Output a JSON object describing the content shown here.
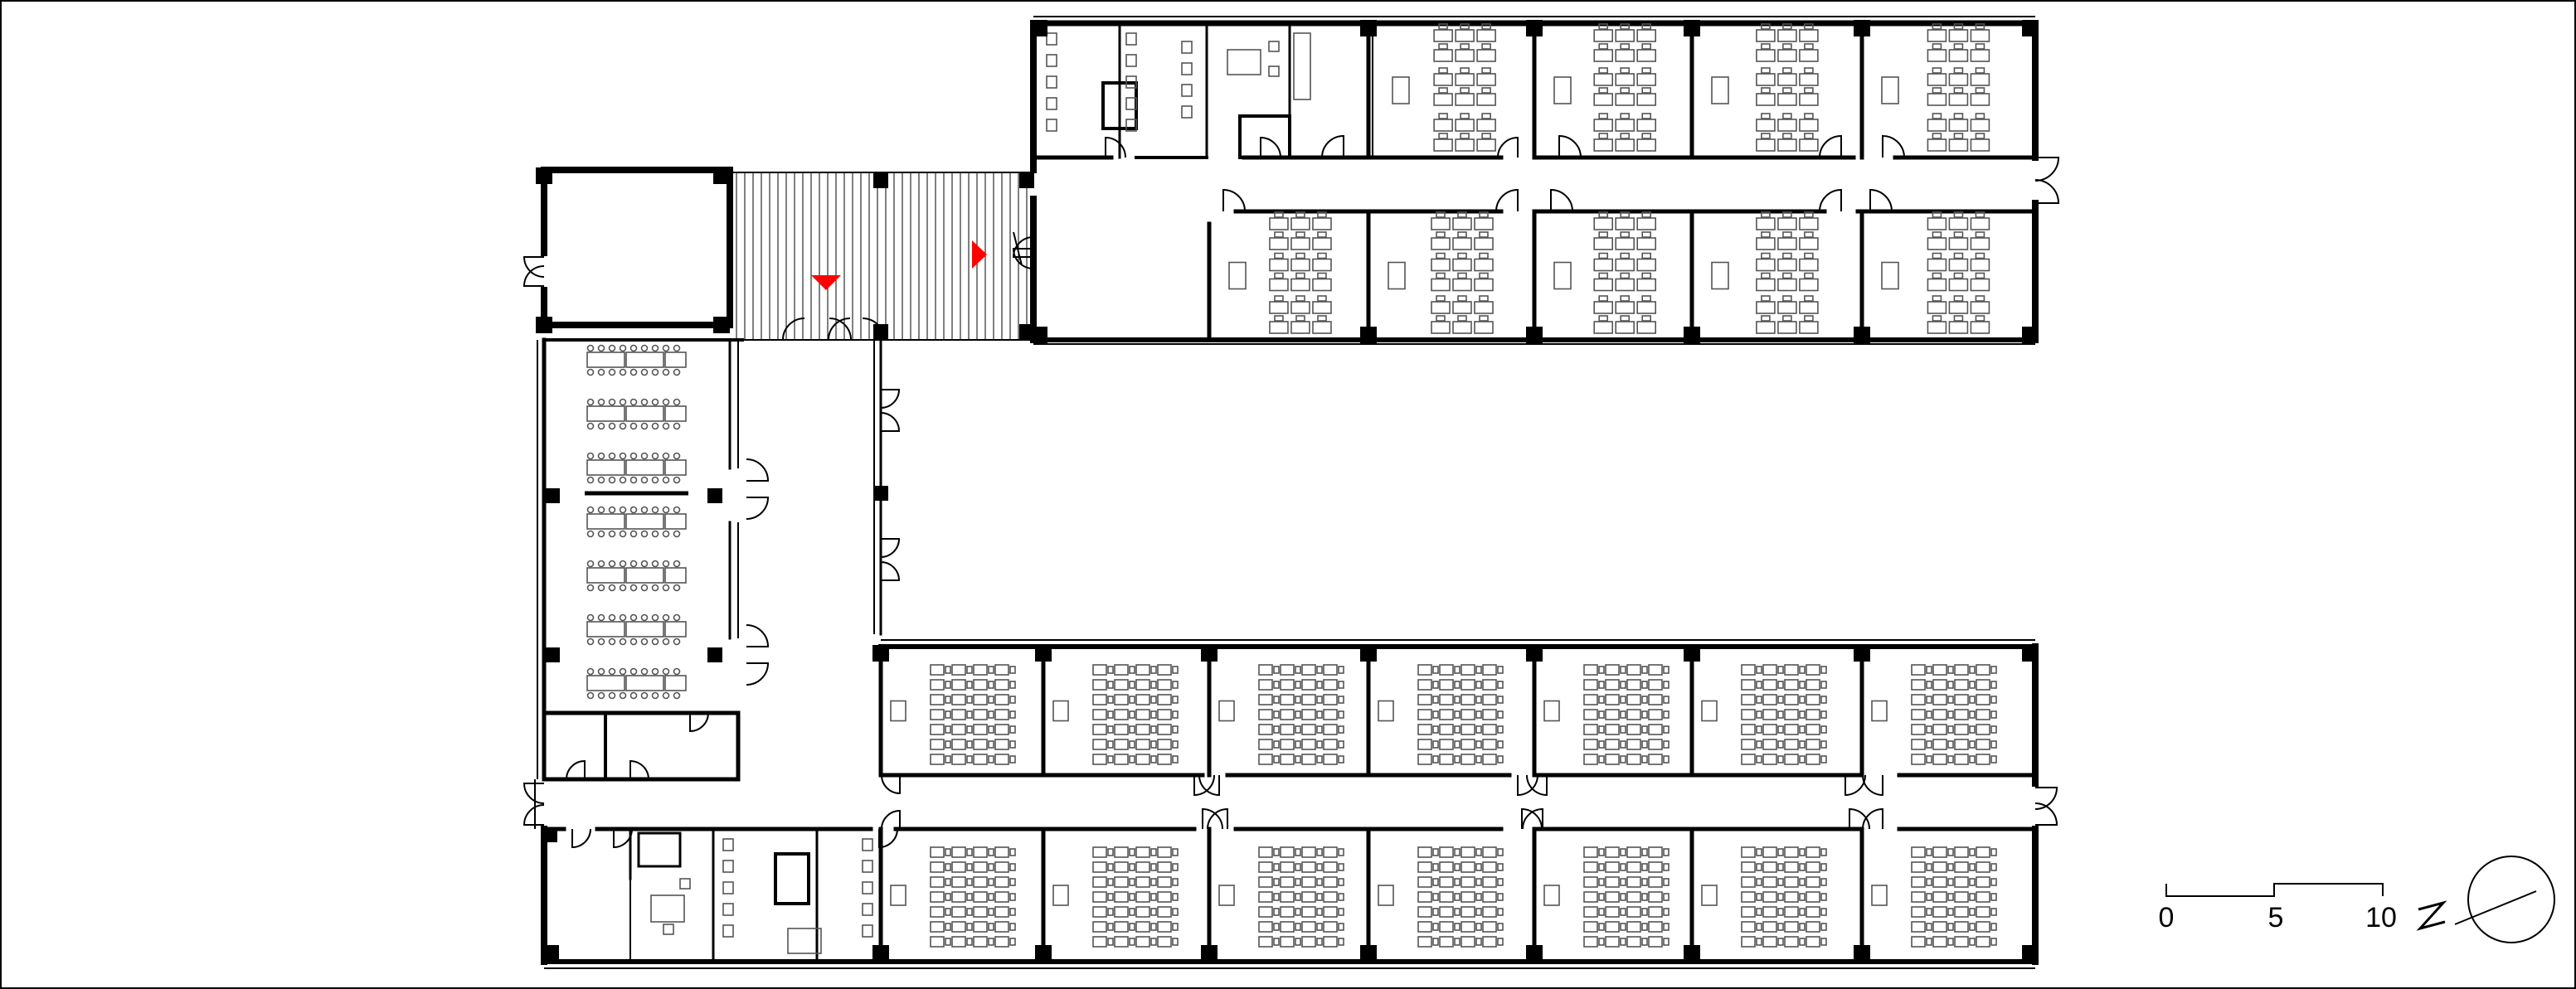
{
  "scale_bar": {
    "labels": [
      "0",
      "5",
      "10"
    ],
    "unit": ""
  },
  "north_arrow": {
    "letter": "N"
  },
  "colors": {
    "wall": "#000000",
    "furniture": "#6e6e6e",
    "marker": "#ff0000",
    "background": "#ffffff"
  },
  "icons": [
    "entrance-marker-icon",
    "north-arrow-icon",
    "column-icon",
    "door-swing-icon"
  ]
}
